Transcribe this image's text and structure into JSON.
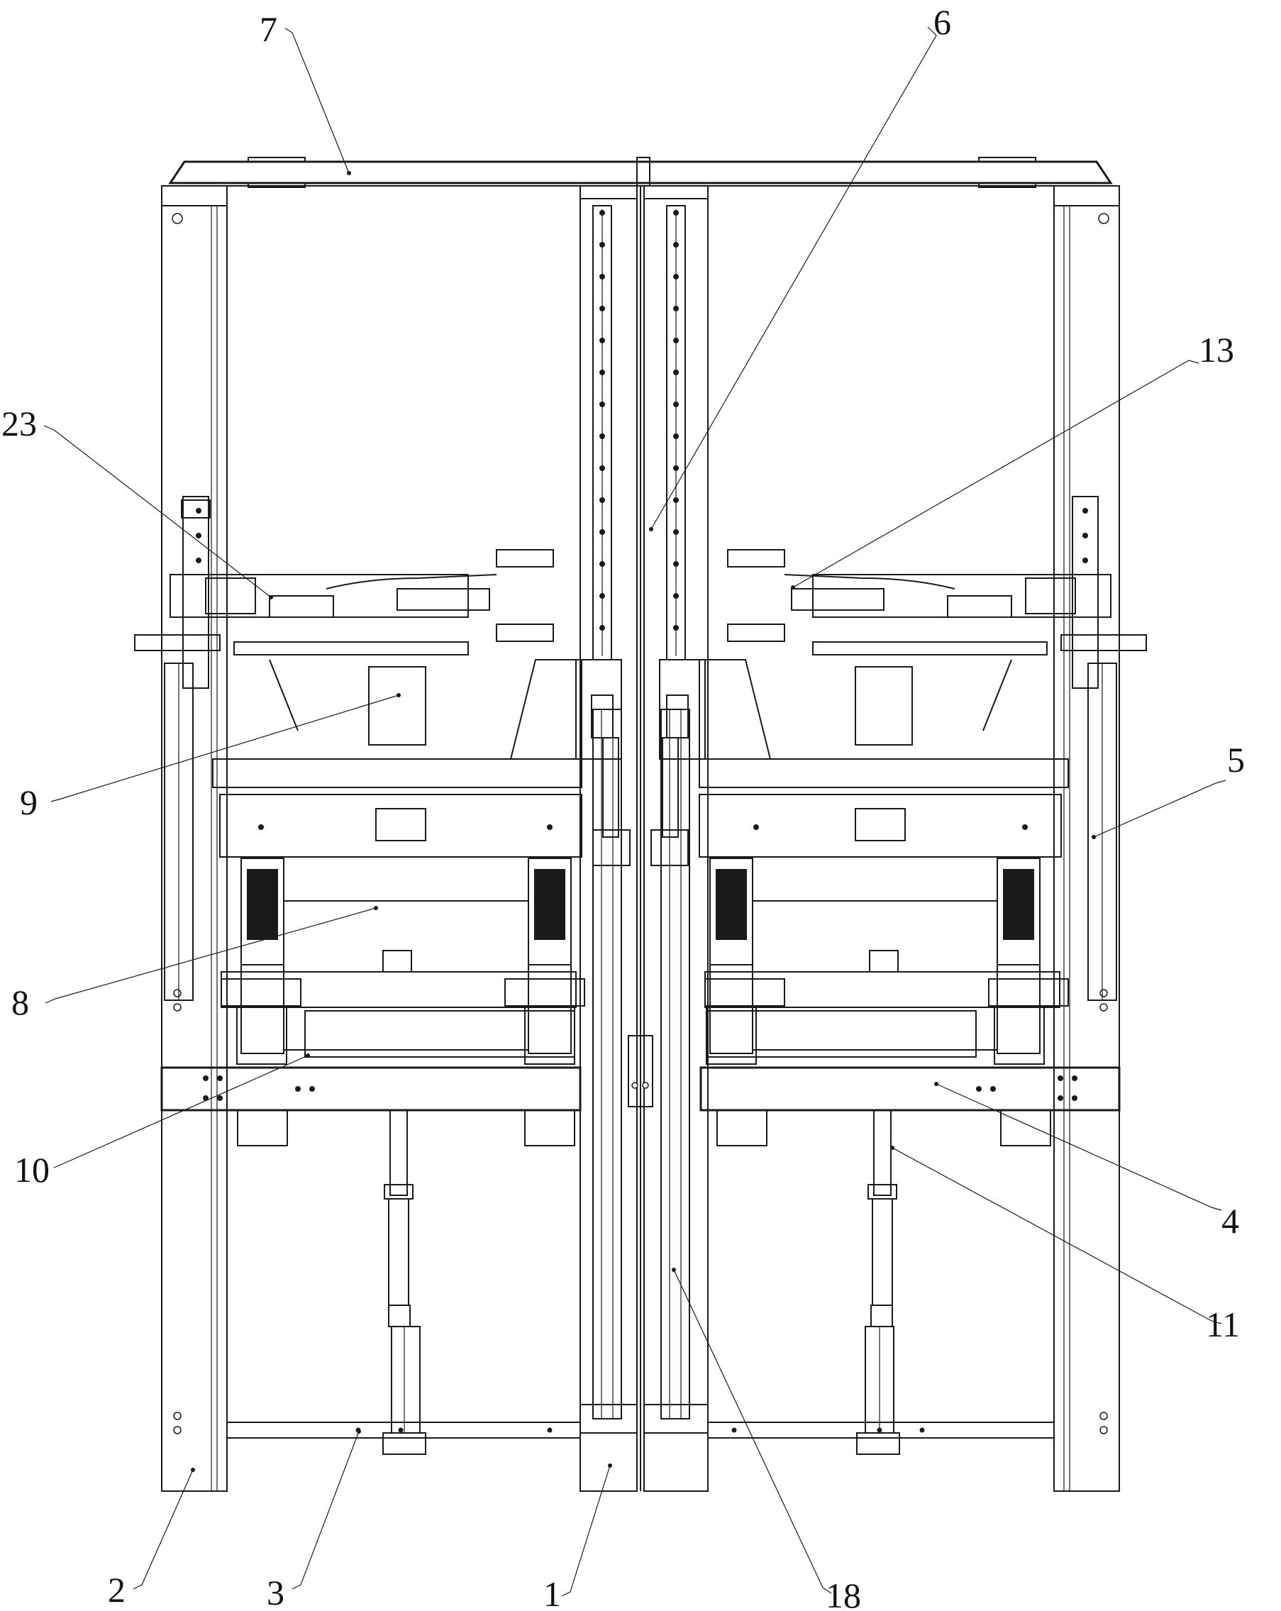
{
  "figure": {
    "labels": [
      {
        "id": "7",
        "text": "7"
      },
      {
        "id": "6",
        "text": "6"
      },
      {
        "id": "13",
        "text": "13"
      },
      {
        "id": "23",
        "text": "23"
      },
      {
        "id": "9",
        "text": "9"
      },
      {
        "id": "5",
        "text": "5"
      },
      {
        "id": "8",
        "text": "8"
      },
      {
        "id": "10",
        "text": "10"
      },
      {
        "id": "4",
        "text": "4"
      },
      {
        "id": "11",
        "text": "11"
      },
      {
        "id": "2",
        "text": "2"
      },
      {
        "id": "3",
        "text": "3"
      },
      {
        "id": "1",
        "text": "1"
      },
      {
        "id": "18",
        "text": "18"
      }
    ]
  }
}
